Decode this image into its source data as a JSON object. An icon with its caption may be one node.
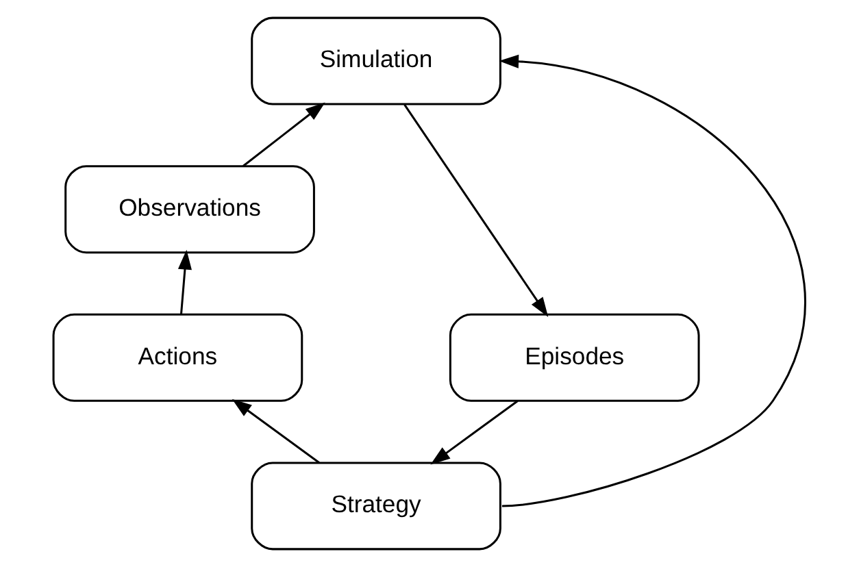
{
  "diagram": {
    "nodes": [
      {
        "text": [
          "Simulation"
        ]
      },
      {
        "text": [
          "Observations"
        ]
      },
      {
        "text": [
          "Episodes"
        ]
      },
      {
        "text": [
          "Actions"
        ]
      },
      {
        "text": [
          "Strategy"
        ]
      }
    ],
    "edges": [
      {
        "from": 1,
        "to": 0,
        "arrow": "to"
      },
      {
        "from": 0,
        "to": 2,
        "arrow": "to"
      },
      {
        "from": 2,
        "to": 4,
        "arrow": "to"
      },
      {
        "from": 4,
        "to": 3,
        "arrow": "to"
      },
      {
        "from": 3,
        "to": 1,
        "arrow": "to"
      },
      {
        "from": 4,
        "to": 0,
        "arrow": "to"
      }
    ]
  }
}
